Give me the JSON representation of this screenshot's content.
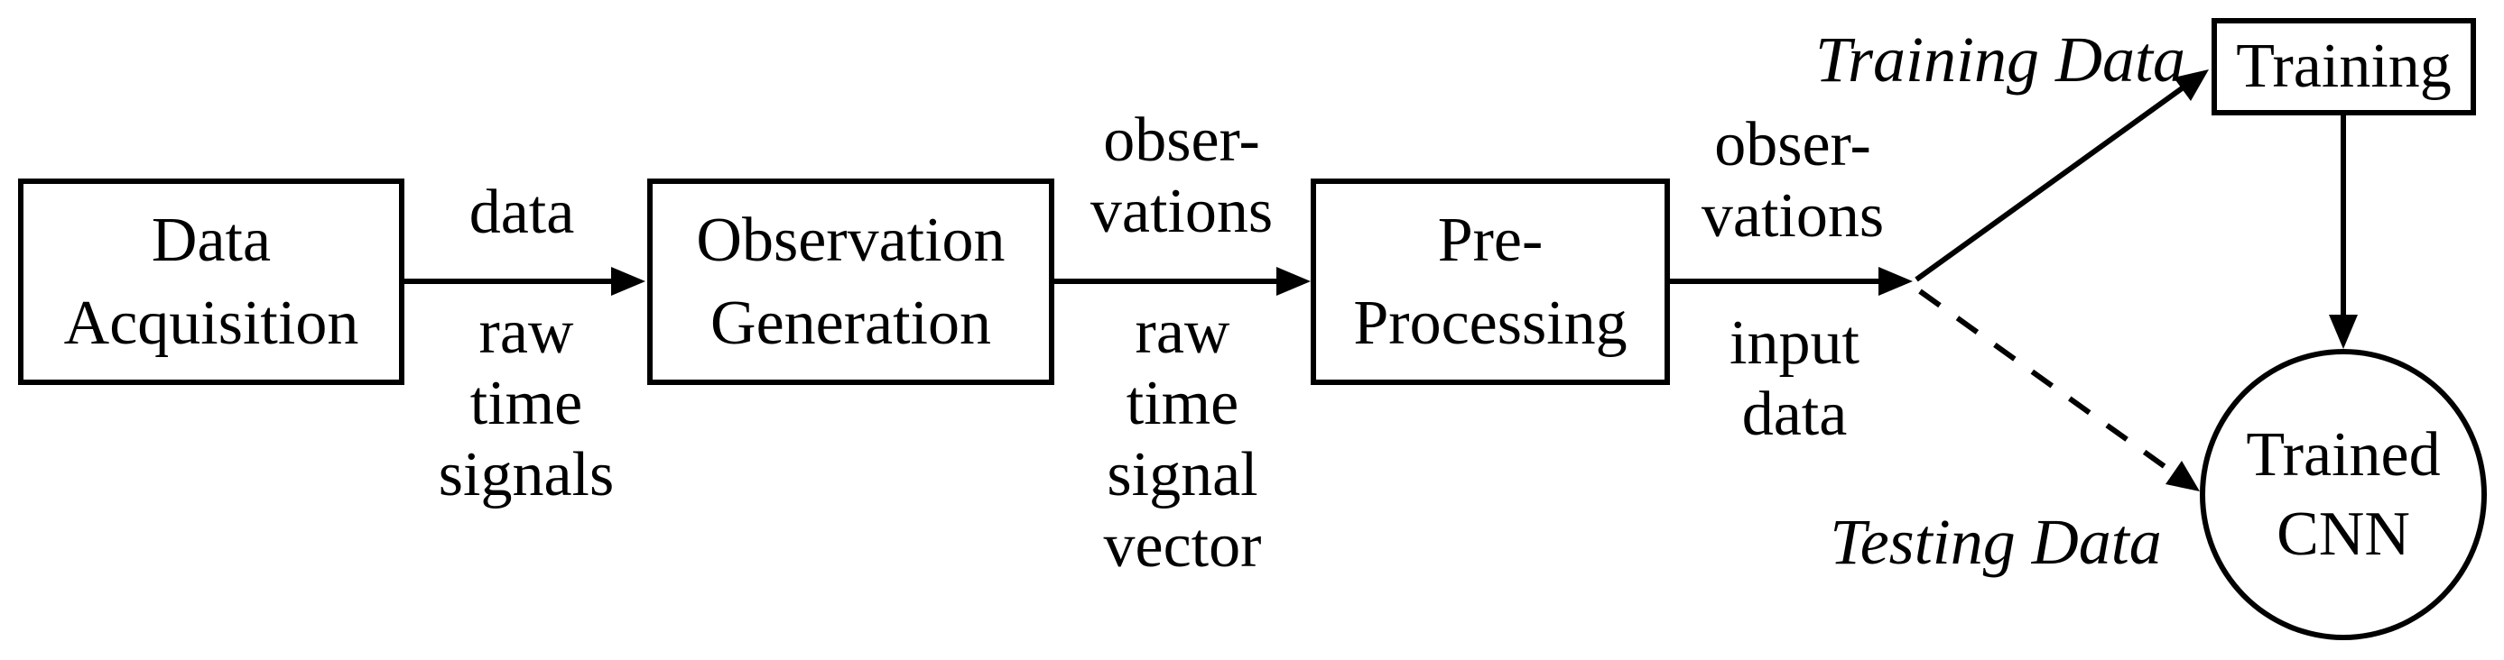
{
  "diagram": {
    "title": "CNN training pipeline flowchart",
    "colors": {
      "stroke": "#000000",
      "background": "#ffffff",
      "text": "#000000"
    },
    "nodes": [
      {
        "id": "data-acquisition",
        "shape": "rect",
        "lines": [
          "Data",
          "Acquisition"
        ]
      },
      {
        "id": "observation-generation",
        "shape": "rect",
        "lines": [
          "Observation",
          "Generation"
        ]
      },
      {
        "id": "pre-processing",
        "shape": "rect",
        "lines": [
          "Pre-",
          "Processing"
        ]
      },
      {
        "id": "training",
        "shape": "rect",
        "lines": [
          "Training"
        ]
      },
      {
        "id": "trained-cnn",
        "shape": "ellipse",
        "lines": [
          "Trained",
          "CNN"
        ]
      }
    ],
    "edges": [
      {
        "id": "acquisition-to-observation",
        "style": "solid",
        "above": [
          "data"
        ],
        "below": [
          "raw",
          "time",
          "signals"
        ]
      },
      {
        "id": "observation-to-preprocessing",
        "style": "solid",
        "above": [
          "obser-",
          "vations"
        ],
        "below": [
          "raw",
          "time",
          "signal",
          "vector"
        ]
      },
      {
        "id": "preprocessing-to-branch",
        "style": "solid",
        "above": [
          "obser-",
          "vations"
        ],
        "below": [
          "input",
          "data"
        ]
      },
      {
        "id": "branch-to-training",
        "style": "solid",
        "label": "Training Data"
      },
      {
        "id": "branch-to-trained-cnn",
        "style": "dashed",
        "label": "Testing Data"
      },
      {
        "id": "training-to-trained-cnn",
        "style": "solid",
        "label": ""
      }
    ]
  }
}
